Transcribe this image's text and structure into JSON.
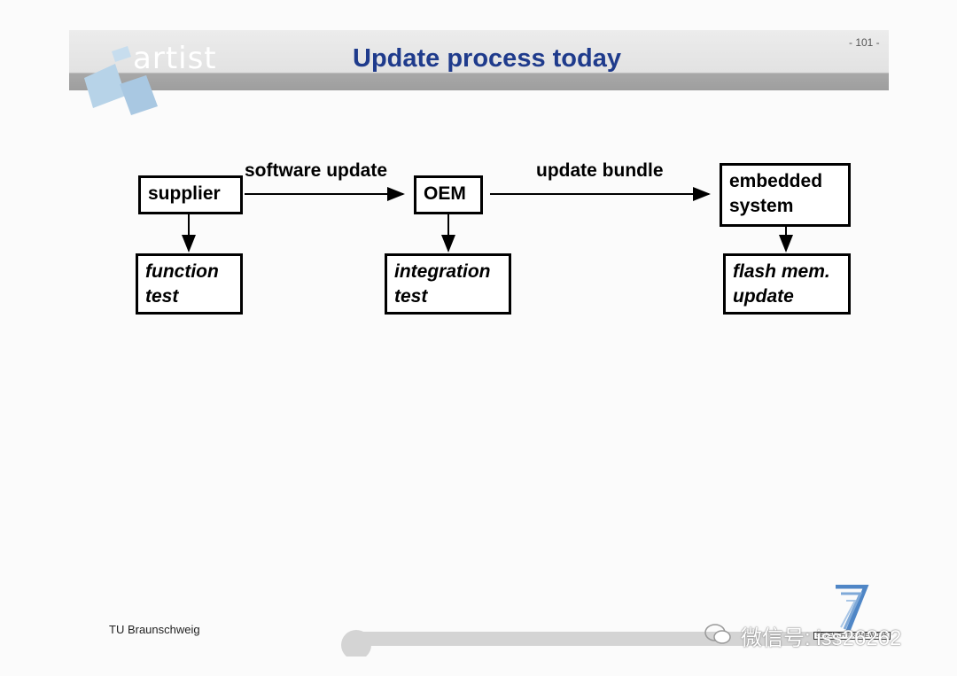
{
  "header": {
    "logo_text": "artist",
    "title": "Update process today",
    "page_number": "- 101 -"
  },
  "diagram": {
    "nodes": {
      "supplier": "supplier",
      "function_test_line1": "function",
      "function_test_line2": "test",
      "oem": "OEM",
      "integration_test_line1": "integration",
      "integration_test_line2": "test",
      "embedded_line1": "embedded",
      "embedded_line2": "system",
      "flash_line1": "flash mem.",
      "flash_line2": "update"
    },
    "edges": {
      "software_update": "software update",
      "update_bundle": "update bundle"
    }
  },
  "footer": {
    "institution": "TU Braunschweig",
    "fp7_label": "SEVENTH FRAMEWORK",
    "watermark": "微信号: iss26262"
  },
  "colors": {
    "title": "#1f3b8c",
    "header_bar": "#9e9e9e",
    "logo_shape": "#b7d3e8"
  }
}
